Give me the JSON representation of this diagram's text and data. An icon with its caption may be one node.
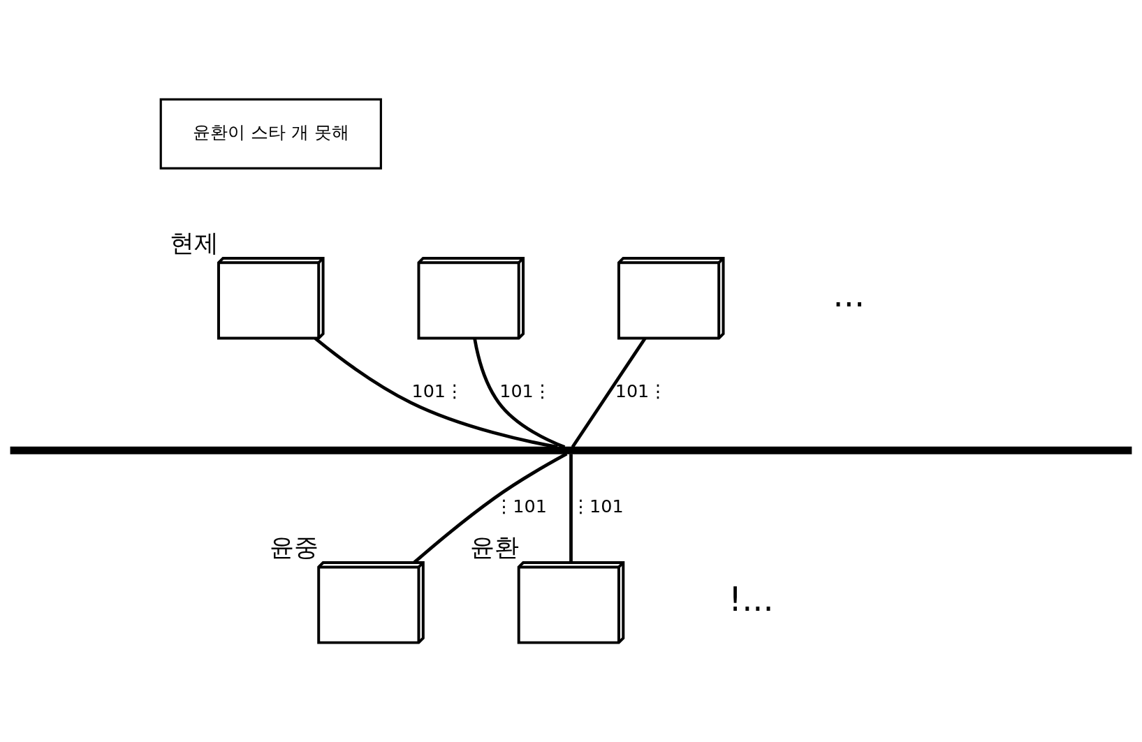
{
  "diagram": {
    "nodes": [
      {
        "text": [
          "윤환이 스타 개 못해"
        ]
      },
      {
        "text": [],
        "shape": "computer",
        "beside": [
          "현제"
        ]
      },
      {
        "text": [],
        "shape": "computer"
      },
      {
        "text": [],
        "shape": "computer"
      },
      {
        "text": [],
        "shape": "computer",
        "beside": [
          "윤중"
        ]
      },
      {
        "text": [],
        "shape": "computer",
        "beside": [
          "윤환"
        ]
      },
      {
        "text": [],
        "shape": "bar"
      }
    ],
    "edges": [
      {
        "from": 1,
        "to": 6,
        "arrow": "none",
        "label": "101⋮"
      },
      {
        "from": 4,
        "to": 6,
        "arrow": "none",
        "label": "⋮101"
      },
      {
        "from": 2,
        "to": 6,
        "arrow": "none",
        "label": "101⋮"
      },
      {
        "from": 5,
        "to": 6,
        "arrow": "none",
        "label": "⋮101"
      },
      {
        "from": 3,
        "to": 6,
        "arrow": "none",
        "label": "101⋮"
      }
    ],
    "labels": [
      "...",
      "!..."
    ]
  }
}
